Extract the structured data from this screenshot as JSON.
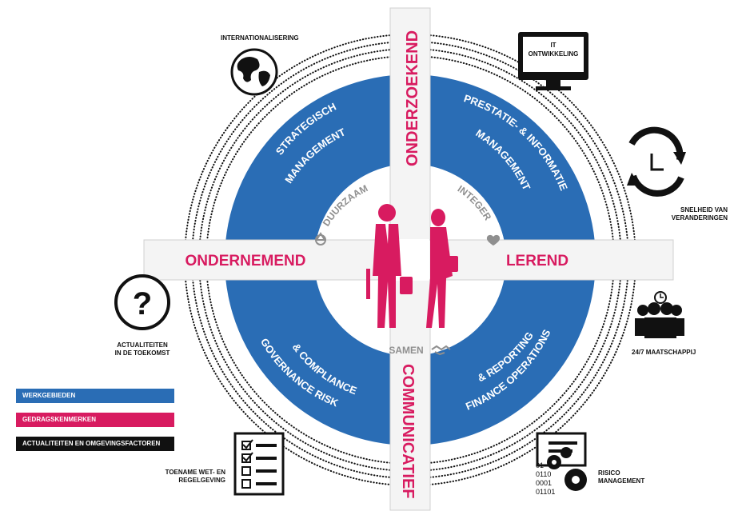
{
  "colors": {
    "blue": "#2a6db5",
    "pink": "#d81b60",
    "black": "#111111",
    "grey": "#9a9a9a"
  },
  "quadrants": {
    "top_left": "STRATEGISCH MANAGEMENT",
    "top_right": "PRESTATIE- & INFORMATIE MANAGEMENT",
    "bottom_left": "GOVERNANCE RISK & COMPLIANCE",
    "bottom_right": "FINANCE OPERATIONS & REPORTING"
  },
  "axes": {
    "top": "ONDERZOEKEND",
    "bottom": "COMMUNICATIEF",
    "left": "ONDERNEMEND",
    "right": "LEREND"
  },
  "center_words": {
    "top_left": "DUURZAAM",
    "top_right": "INTEGER",
    "bottom": "SAMEN"
  },
  "factors": {
    "internationalisering": "INTERNATIONALISERING",
    "it_line1": "IT",
    "it_line2": "ONTWIKKELING",
    "snelheid_line1": "SNELHEID VAN",
    "snelheid_line2": "VERANDERINGEN",
    "maatschappij": "24/7 MAATSCHAPPIJ",
    "risico_line1": "RISICO",
    "risico_line2": "MANAGEMENT",
    "wet_line1": "TOENAME WET- EN",
    "wet_line2": "REGELGEVING",
    "actualiteiten_line1": "ACTUALITEITEN",
    "actualiteiten_line2": "IN DE TOEKOMST",
    "binary": [
      "01",
      "0110",
      "0001",
      "01101"
    ]
  },
  "legend": {
    "werkgebieden": "WERKGEBIEDEN",
    "gedragskenmerken": "GEDRAGSKENMERKEN",
    "actualiteiten": "ACTUALITEITEN EN OMGEVINGSFACTOREN"
  }
}
